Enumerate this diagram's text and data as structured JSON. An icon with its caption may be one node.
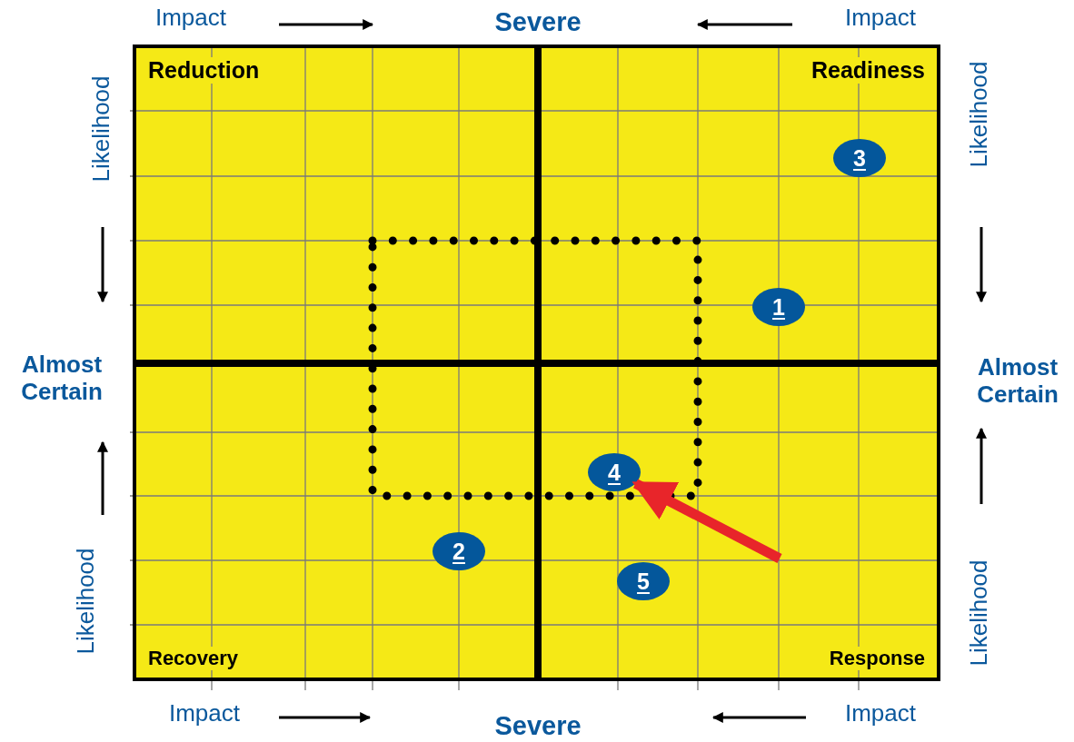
{
  "diagram": {
    "nodes": [
      {
        "text": [
          "Reduction"
        ]
      },
      {
        "text": [
          "Readiness"
        ]
      },
      {
        "text": [
          "Recovery"
        ]
      },
      {
        "text": [
          "Response"
        ]
      },
      {
        "text": [
          "3"
        ],
        "in": 1
      },
      {
        "text": [
          "1"
        ],
        "in": 1
      },
      {
        "text": [
          "4"
        ]
      },
      {
        "text": [
          "2"
        ],
        "in": 2
      },
      {
        "text": [
          "5"
        ],
        "in": 3
      },
      {
        "text": [],
        "shape": "box"
      }
    ],
    "edges": [
      {
        "from": null,
        "to": 6,
        "arrow": "to",
        "color": "#e8252a"
      }
    ],
    "labels": [
      "Impact",
      "Severe",
      "Impact",
      "Likelihood",
      "Likelihood",
      "Almost Certain",
      "Almost Certain",
      "Likelihood",
      "Likelihood",
      "Impact",
      "Severe",
      "Impact"
    ]
  }
}
